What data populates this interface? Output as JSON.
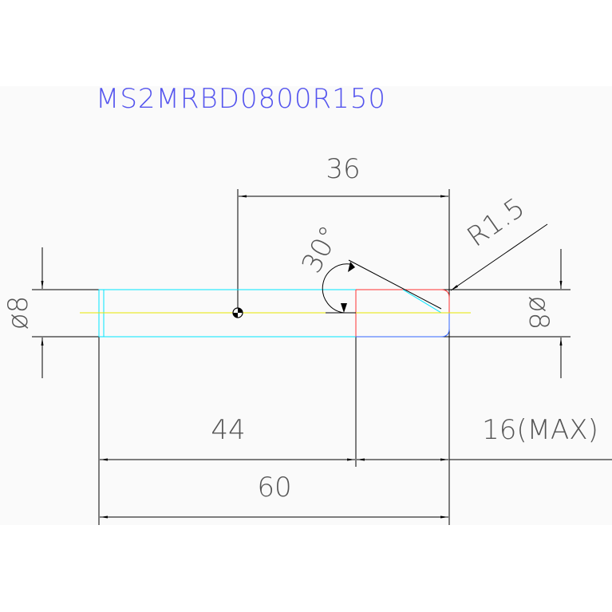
{
  "title": "MS2MRBD0800R150",
  "dimensions": {
    "total_length": "60",
    "shank_length": "44",
    "cutting_length": "16(MAX)",
    "center_to_tip": "36",
    "angle": "30°",
    "radius": "R1.5",
    "diameter_left": "ø8",
    "diameter_right": "ø8"
  },
  "colors": {
    "title": "#5555ee",
    "dimension_text": "#555555",
    "dimension_line": "#000000",
    "shank": "#00e5ff",
    "cutting_edge": "#ff3333",
    "tip": "#3366ff",
    "centerline": "#e6e600",
    "background_band": "#fafafa"
  }
}
